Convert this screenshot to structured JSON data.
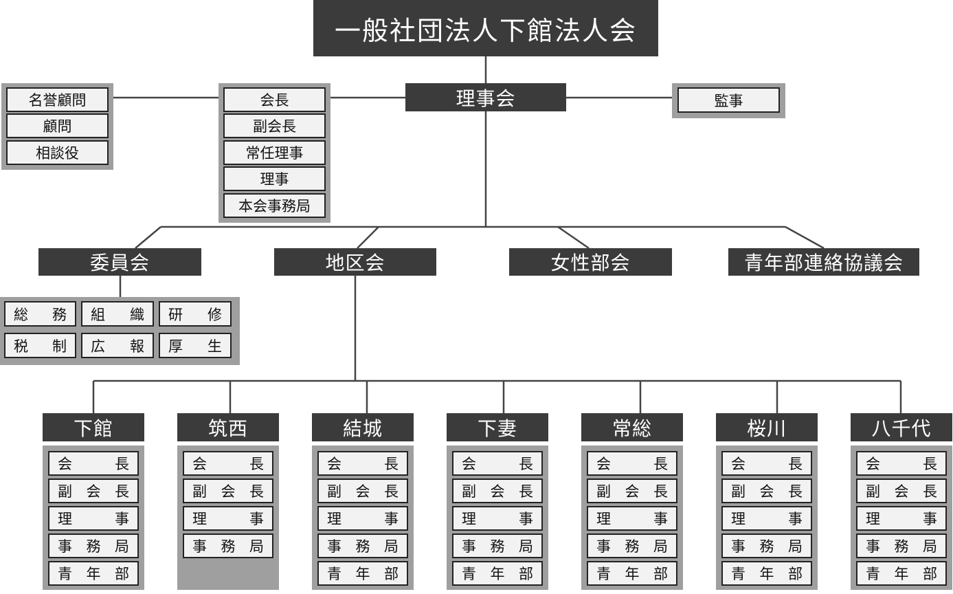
{
  "title": "一般社団法人下館法人会",
  "board": {
    "label": "理事会",
    "advisors": [
      "名誉顧問",
      "顧問",
      "相談役"
    ],
    "officers": [
      "会長",
      "副会長",
      "常任理事",
      "理事",
      "本会事務局"
    ],
    "auditor": "監事"
  },
  "divisions": [
    {
      "label": "委員会"
    },
    {
      "label": "地区会"
    },
    {
      "label": "女性部会"
    },
    {
      "label": "青年部連絡協議会"
    }
  ],
  "committees": [
    [
      "総",
      "務"
    ],
    [
      "組",
      "織"
    ],
    [
      "研",
      "修"
    ],
    [
      "税",
      "制"
    ],
    [
      "広",
      "報"
    ],
    [
      "厚",
      "生"
    ]
  ],
  "districts": [
    {
      "name": "下館",
      "roles": [
        [
          "会",
          "長"
        ],
        [
          "副",
          "会",
          "長"
        ],
        [
          "理",
          "事"
        ],
        [
          "事",
          "務",
          "局"
        ],
        [
          "青",
          "年",
          "部"
        ]
      ]
    },
    {
      "name": "筑西",
      "roles": [
        [
          "会",
          "長"
        ],
        [
          "副",
          "会",
          "長"
        ],
        [
          "理",
          "事"
        ],
        [
          "事",
          "務",
          "局"
        ]
      ]
    },
    {
      "name": "結城",
      "roles": [
        [
          "会",
          "長"
        ],
        [
          "副",
          "会",
          "長"
        ],
        [
          "理",
          "事"
        ],
        [
          "事",
          "務",
          "局"
        ],
        [
          "青",
          "年",
          "部"
        ]
      ]
    },
    {
      "name": "下妻",
      "roles": [
        [
          "会",
          "長"
        ],
        [
          "副",
          "会",
          "長"
        ],
        [
          "理",
          "事"
        ],
        [
          "事",
          "務",
          "局"
        ],
        [
          "青",
          "年",
          "部"
        ]
      ]
    },
    {
      "name": "常総",
      "roles": [
        [
          "会",
          "長"
        ],
        [
          "副",
          "会",
          "長"
        ],
        [
          "理",
          "事"
        ],
        [
          "事",
          "務",
          "局"
        ],
        [
          "青",
          "年",
          "部"
        ]
      ]
    },
    {
      "name": "桜川",
      "roles": [
        [
          "会",
          "長"
        ],
        [
          "副",
          "会",
          "長"
        ],
        [
          "理",
          "事"
        ],
        [
          "事",
          "務",
          "局"
        ],
        [
          "青",
          "年",
          "部"
        ]
      ]
    },
    {
      "name": "八千代",
      "roles": [
        [
          "会",
          "長"
        ],
        [
          "副",
          "会",
          "長"
        ],
        [
          "理",
          "事"
        ],
        [
          "事",
          "務",
          "局"
        ],
        [
          "青",
          "年",
          "部"
        ]
      ]
    }
  ]
}
